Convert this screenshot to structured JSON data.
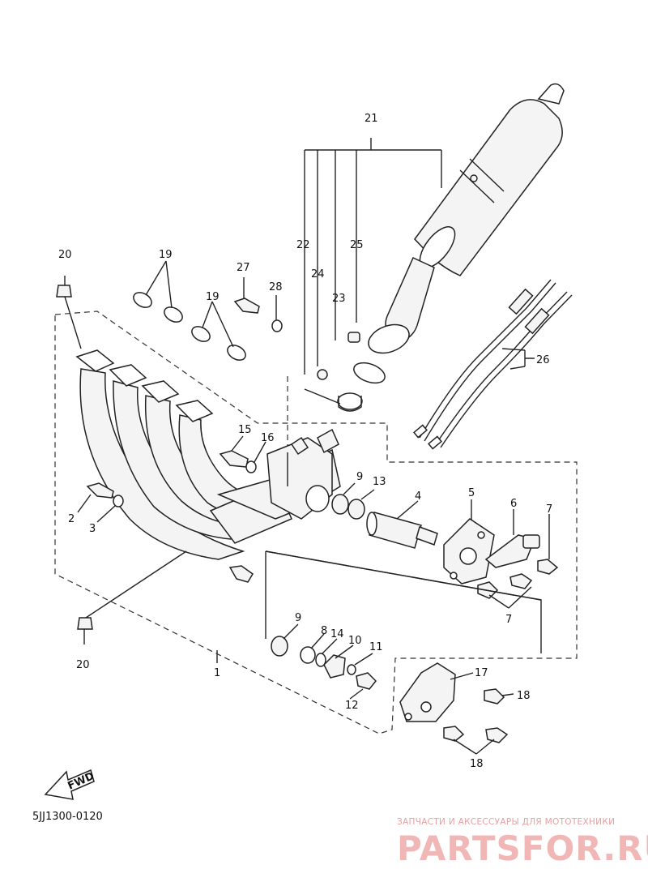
{
  "diagram_code": "5JJ1300-0120",
  "fwd_label": "FWD",
  "watermark": {
    "tagline": "ЗАПЧАСТИ И АКСЕССУАРЫ ДЛЯ МОТОТЕХНИКИ",
    "brand": "PARTSFOR.RU"
  },
  "callouts": {
    "p1": "1",
    "p2": "2",
    "p3": "3",
    "p4": "4",
    "p5": "5",
    "p6": "6",
    "p7a": "7",
    "p7b": "7",
    "p8": "8",
    "p9a": "9",
    "p9b": "9",
    "p10": "10",
    "p11": "11",
    "p12": "12",
    "p13": "13",
    "p14": "14",
    "p15": "15",
    "p16": "16",
    "p17": "17",
    "p18a": "18",
    "p18b": "18",
    "p19a": "19",
    "p19b": "19",
    "p20a": "20",
    "p20b": "20",
    "p21": "21",
    "p22": "22",
    "p23": "23",
    "p24": "24",
    "p25": "25",
    "p26": "26",
    "p27": "27",
    "p28": "28"
  }
}
